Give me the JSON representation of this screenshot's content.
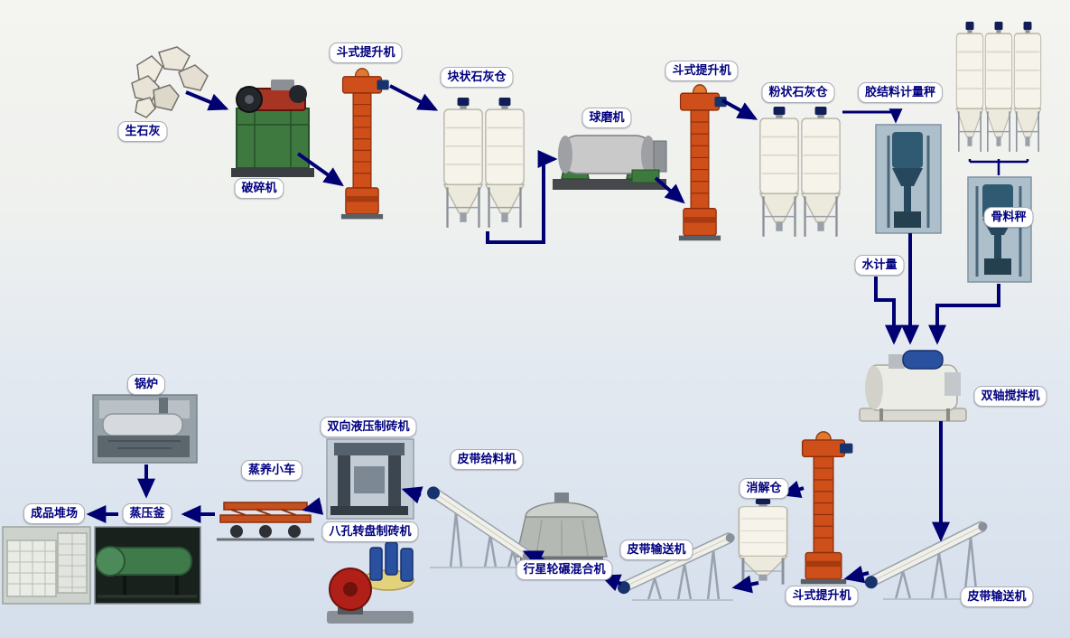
{
  "labels": {
    "quicklime": "生石灰",
    "crusher": "破碎机",
    "bucket_elevator_1": "斗式提升机",
    "lump_lime_silo": "块状石灰仓",
    "ball_mill": "球磨机",
    "bucket_elevator_2": "斗式提升机",
    "powder_lime_silo": "粉状石灰仓",
    "binder_metering_scale": "胶结料计量秤",
    "aggregate_scale": "骨料秤",
    "water_metering": "水计量",
    "double_shaft_mixer": "双轴搅拌机",
    "belt_conveyor_right": "皮带输送机",
    "bucket_elevator_3": "斗式提升机",
    "digestion_silo": "消解仓",
    "belt_conveyor_mid": "皮带输送机",
    "planetary_mixer": "行星轮碾混合机",
    "belt_feeder": "皮带给料机",
    "hydraulic_brick_press": "双向液压制砖机",
    "rotary_brick_press": "八孔转盘制砖机",
    "steam_curing_cart": "蒸养小车",
    "autoclave": "蒸压釜",
    "boiler": "锅炉",
    "product_yard": "成品堆场"
  },
  "flow": [
    {
      "from": "quicklime",
      "to": "crusher"
    },
    {
      "from": "crusher",
      "to": "bucket_elevator_1"
    },
    {
      "from": "bucket_elevator_1",
      "to": "lump_lime_silo"
    },
    {
      "from": "lump_lime_silo",
      "to": "ball_mill"
    },
    {
      "from": "ball_mill",
      "to": "bucket_elevator_2"
    },
    {
      "from": "bucket_elevator_2",
      "to": "powder_lime_silo"
    },
    {
      "from": "powder_lime_silo",
      "to": "binder_metering_scale"
    },
    {
      "from": "binder_metering_scale",
      "to": "double_shaft_mixer"
    },
    {
      "from": "water_metering",
      "to": "double_shaft_mixer"
    },
    {
      "from": "aggregate_scale",
      "to": "double_shaft_mixer"
    },
    {
      "from": "double_shaft_mixer",
      "to": "belt_conveyor_right"
    },
    {
      "from": "belt_conveyor_right",
      "to": "bucket_elevator_3"
    },
    {
      "from": "bucket_elevator_3",
      "to": "digestion_silo"
    },
    {
      "from": "digestion_silo",
      "to": "belt_conveyor_mid"
    },
    {
      "from": "belt_conveyor_mid",
      "to": "planetary_mixer"
    },
    {
      "from": "planetary_mixer",
      "to": "belt_feeder"
    },
    {
      "from": "belt_feeder",
      "to": "hydraulic_brick_press"
    },
    {
      "from": "hydraulic_brick_press",
      "to": "steam_curing_cart"
    },
    {
      "from": "steam_curing_cart",
      "to": "autoclave"
    },
    {
      "from": "autoclave",
      "to": "product_yard"
    },
    {
      "from": "boiler",
      "to": "autoclave"
    }
  ],
  "colors": {
    "arrow": "#000073",
    "label_text": "#000080",
    "label_background": "#ffffff",
    "elevator_red": "#cf4f1b",
    "machine_green": "#3e7a40",
    "motor_blue": "#16336e",
    "background_top": "#f4f4f0",
    "background_bottom": "#d5dfec"
  }
}
